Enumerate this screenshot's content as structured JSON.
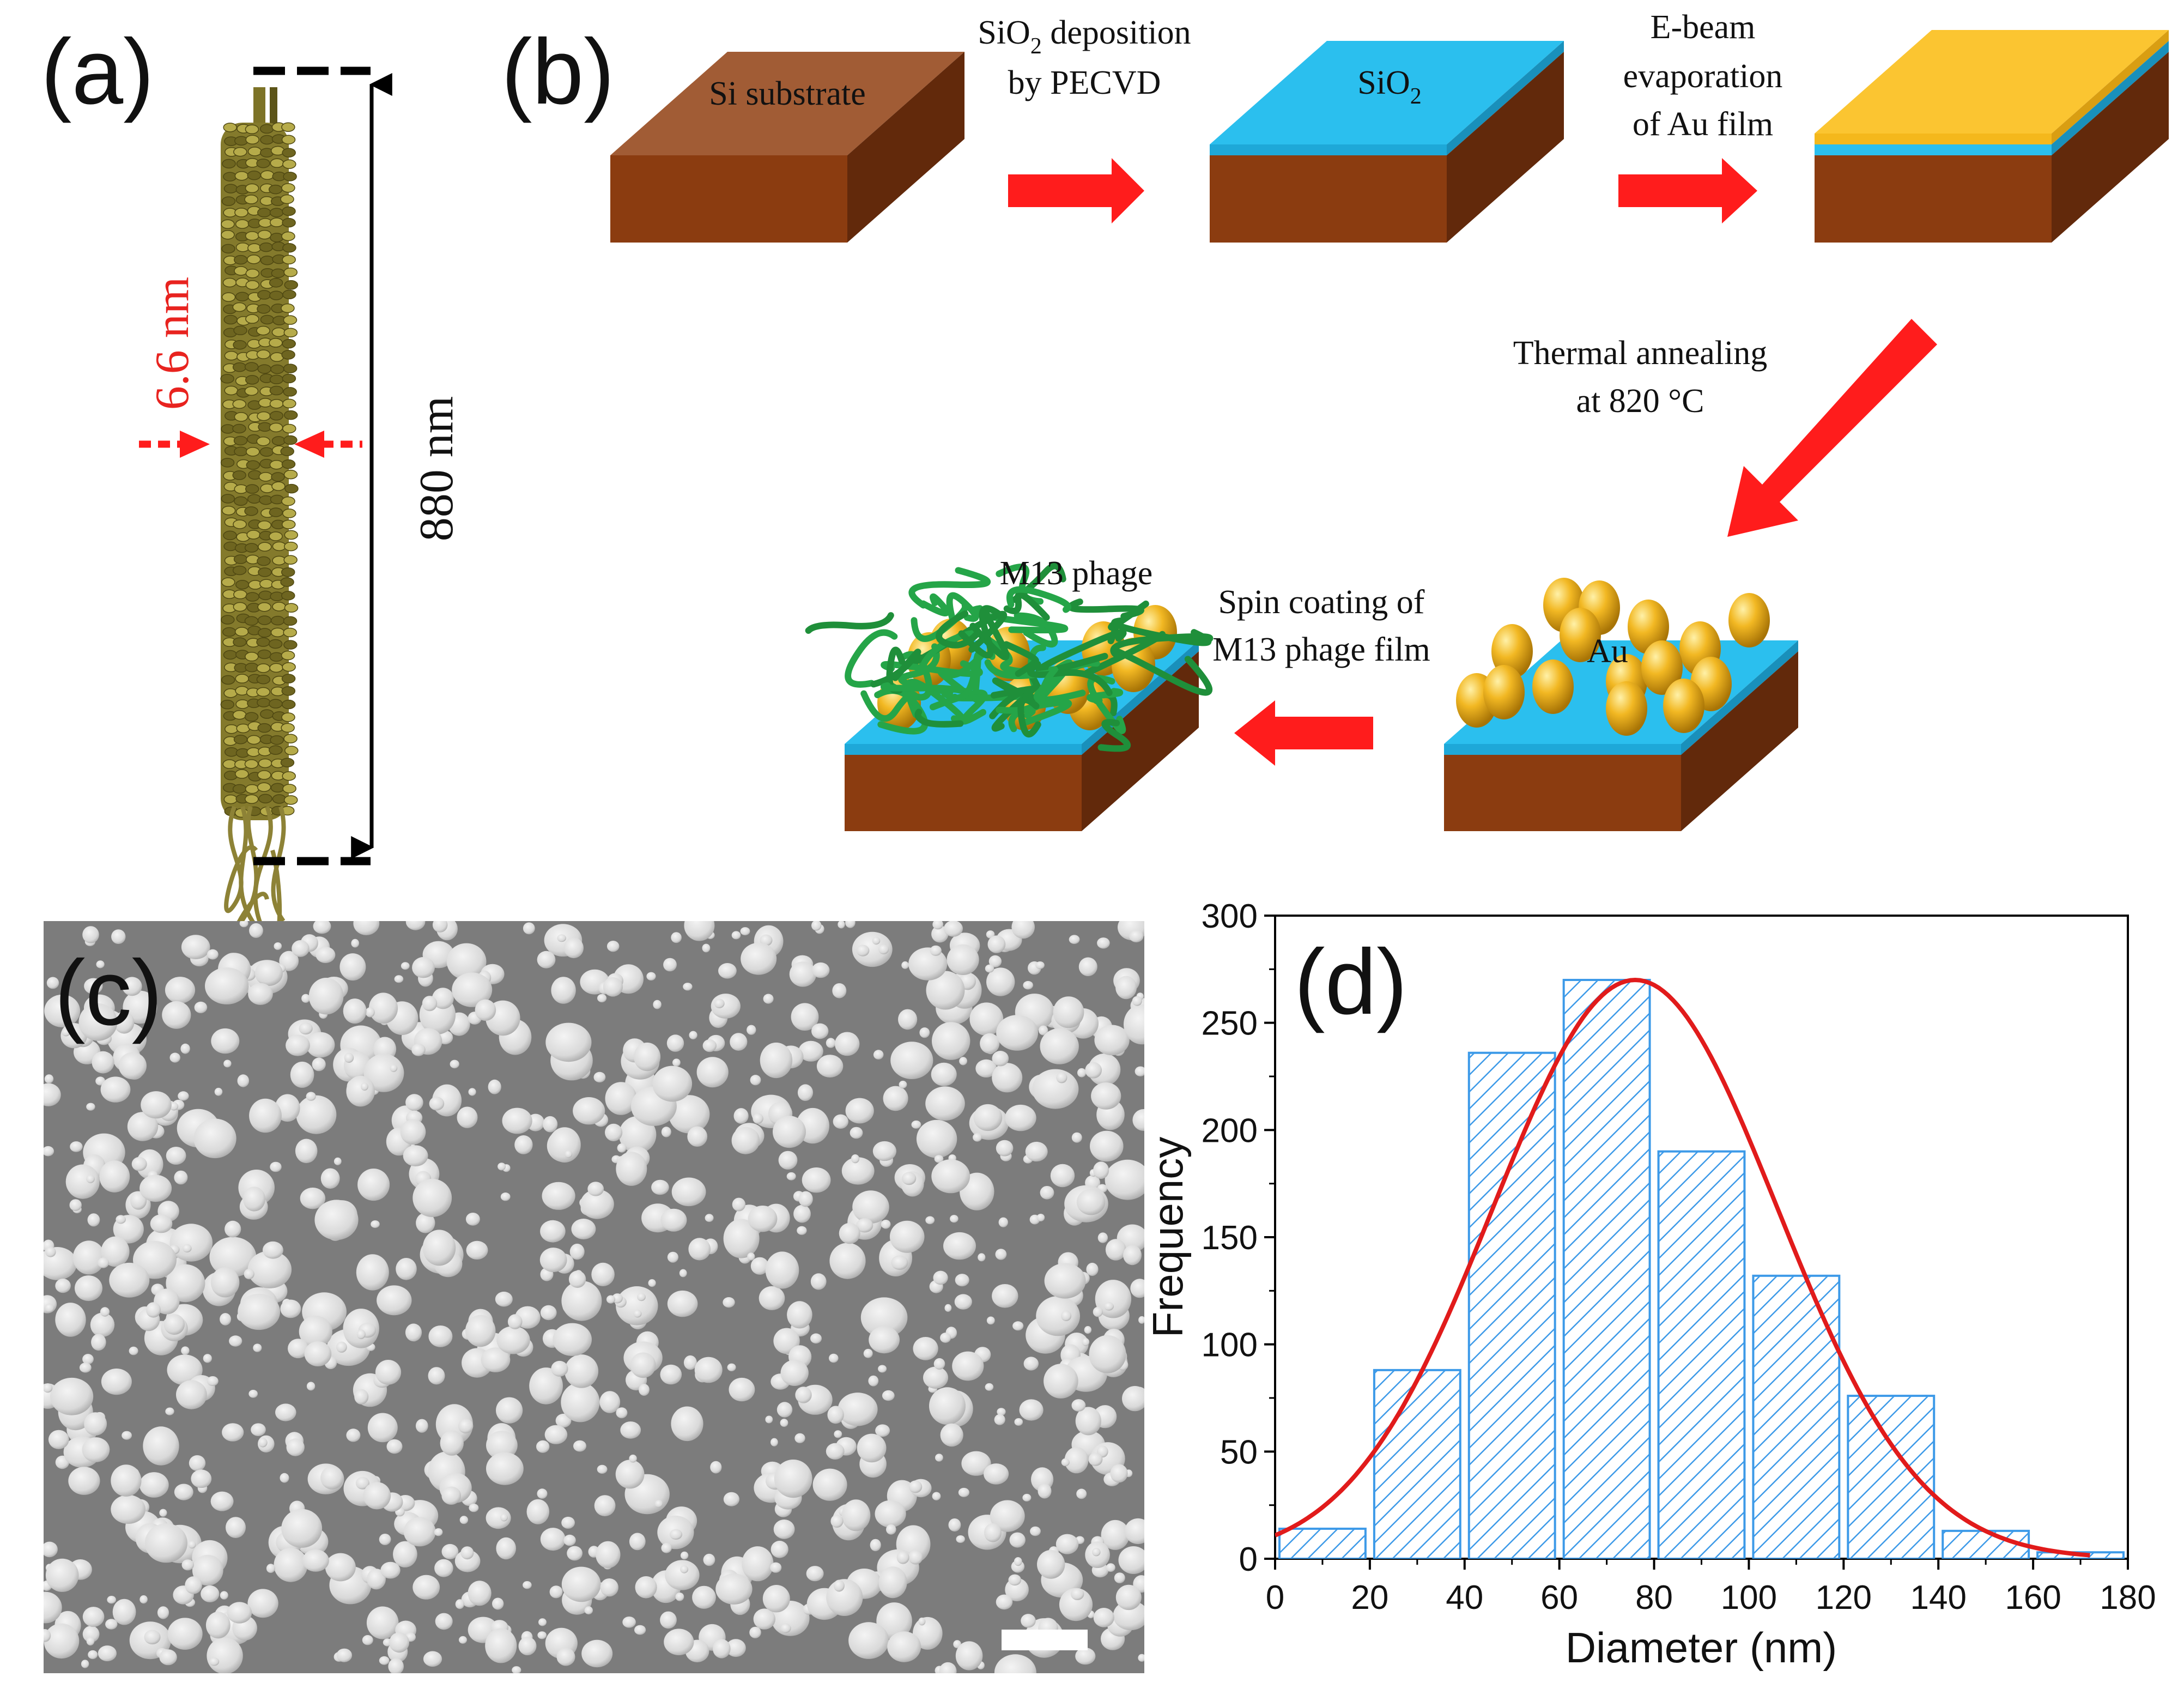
{
  "panels": {
    "a": {
      "label": "(a)",
      "width_label": "6.6 nm",
      "length_label": "880 nm"
    },
    "b": {
      "label": "(b)",
      "steps": {
        "substrate": "Si substrate",
        "sio2_layer": "SiO",
        "sio2_sub": "2",
        "deposition_line1_pre": "SiO",
        "deposition_line1_sub": "2",
        "deposition_line1_post": " deposition",
        "deposition_line2": "by PECVD",
        "ebeam_line1": "E-beam",
        "ebeam_line2": "evaporation",
        "ebeam_line3": "of Au film",
        "anneal_line1": "Thermal annealing",
        "anneal_line2": "at 820 °C",
        "au_label": "Au",
        "spin_line1": "Spin coating of",
        "spin_line2": "M13 phage film",
        "phage_label": "M13 phage"
      },
      "colors": {
        "si": "#8b3c10",
        "si_top": "#a15c35",
        "sio2": "#2bbfee",
        "au": "#fbc531",
        "arrow": "#ff1c1c",
        "phage": "#1f8f3a"
      }
    },
    "c": {
      "label": "(c)"
    },
    "d": {
      "label": "(d)"
    }
  },
  "chart_data": {
    "type": "bar",
    "xlabel": "Diameter (nm)",
    "ylabel": "Frequency",
    "xlim": [
      0,
      180
    ],
    "ylim": [
      0,
      300
    ],
    "xticks": [
      0,
      20,
      40,
      60,
      80,
      100,
      120,
      140,
      160,
      180
    ],
    "yticks": [
      0,
      50,
      100,
      150,
      200,
      250,
      300
    ],
    "bins": [
      {
        "x0": 0,
        "x1": 20,
        "value": 14
      },
      {
        "x0": 20,
        "x1": 40,
        "value": 88
      },
      {
        "x0": 40,
        "x1": 60,
        "value": 236
      },
      {
        "x0": 60,
        "x1": 80,
        "value": 270
      },
      {
        "x0": 80,
        "x1": 100,
        "value": 190
      },
      {
        "x0": 100,
        "x1": 120,
        "value": 132
      },
      {
        "x0": 120,
        "x1": 140,
        "value": 76
      },
      {
        "x0": 140,
        "x1": 160,
        "value": 13
      },
      {
        "x0": 160,
        "x1": 180,
        "value": 3
      }
    ],
    "fit": {
      "type": "gaussian",
      "amplitude": 270,
      "mean": 76,
      "sigma": 30
    },
    "bar_color": "#3d9ae8",
    "fit_color": "#e11b1b",
    "grid": false
  }
}
